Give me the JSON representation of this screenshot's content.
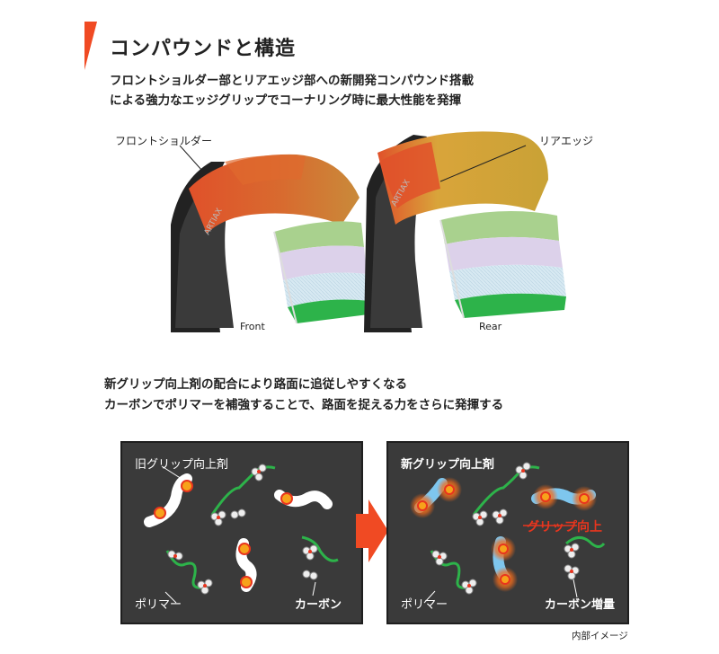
{
  "header": {
    "title": "コンパウンドと構造",
    "accent_color": "#f04a23",
    "lead_line_1": "フロントショルダー部とリアエッジ部への新開発コンパウンド搭載",
    "lead_line_2": "による強力なエッジグリップでコーナリング時に最大性能を発揮"
  },
  "tires": {
    "front_callout": "フロントショルダー",
    "rear_callout": "リアエッジ",
    "front_caption": "Front",
    "rear_caption": "Rear",
    "sidewall_text_front": "ARTIAX",
    "sidewall_text_rear": "ARTIAX"
  },
  "middle": {
    "line_1": "新グリップ向上剤の配合により路面に追従しやすくなる",
    "line_2": "カーボンでポリマーを補強することで、路面を捉える力をさらに発揮する"
  },
  "panels": {
    "left": {
      "top_label": "旧グリップ向上剤",
      "polymer_label": "ポリマー",
      "carbon_label": "カーボン"
    },
    "right": {
      "top_label": "新グリップ向上剤",
      "grip_up_label": "グリップ向上",
      "polymer_label": "ポリマー",
      "carbon_label": "カーボン増量"
    },
    "footnote": "内部イメージ"
  },
  "colors": {
    "panel_bg": "#3a3a3a",
    "polymer_green": "#2db34a",
    "arrow_red": "#f04a23",
    "grip_red": "#e8351e"
  }
}
